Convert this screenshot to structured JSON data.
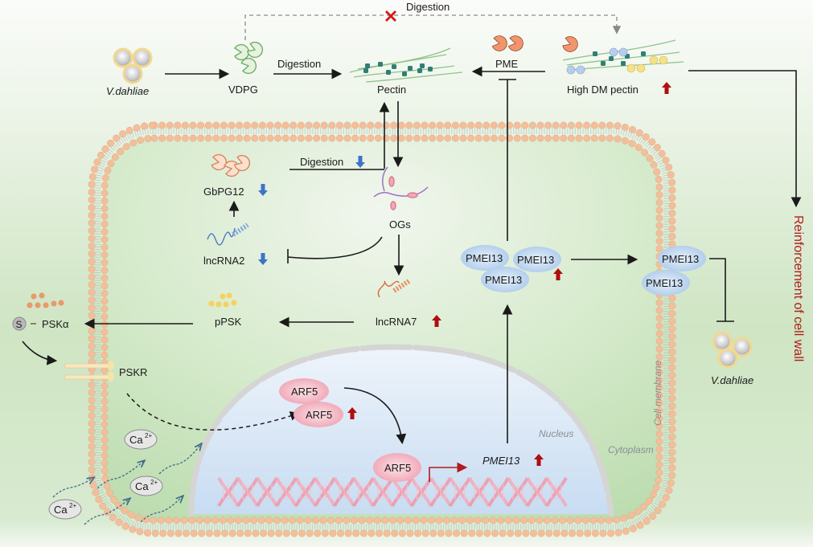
{
  "title": "Pectin-mediated cell wall reinforcement against V. dahliae",
  "colors": {
    "bg_top": "#f7faf5",
    "bg_green": "#c9e2bd",
    "membrane_head": "#f3bf9b",
    "membrane_tail": "#9fb8ad",
    "nucleus_fill": "#d6e6f7",
    "nucleus_envelope": "#d3d3d3",
    "up_arrow": "#b00e0e",
    "down_arrow": "#3d74c8",
    "protein_pink": "#f2a9b7",
    "protein_blue": "#b7d2ee",
    "pme_orange": "#f0936d",
    "vdpg_green": "#8fc48a",
    "reinforcement_text": "#b01c1c"
  },
  "labels": {
    "vdahliae_top": "V.dahliae",
    "vdpg": "VDPG",
    "digestion_vdpg": "Digestion",
    "digestion_blocked": "Digestion",
    "pectin": "Pectin",
    "pme": "PME",
    "high_dm_pectin": "High DM pectin",
    "digestion_gbpg": "Digestion",
    "gbpg12": "GbPG12",
    "ogs": "OGs",
    "lncrna2": "lncRNA2",
    "lncrna7": "lncRNA7",
    "ppsk": "pPSK",
    "pska": "PSKα",
    "s_badge": "S",
    "pskr": "PSKR",
    "pmei13_a": "PMEI13",
    "pmei13_b": "PMEI13",
    "pmei13_c": "PMEI13",
    "pmei13_mem_a": "PMEI13",
    "pmei13_mem_b": "PMEI13",
    "vdahliae_right": "V.dahliae",
    "arf5_a": "ARF5",
    "arf5_b": "ARF5",
    "arf5_c": "ARF5",
    "pmei13_gene": "PMEI13",
    "nucleus": "Nucleus",
    "cytoplasm": "Cytoplasm",
    "cell_membrane": "Cell membrane",
    "reinforcement": "Reinforcement of cell wall",
    "ca_1": "Ca",
    "ca_2": "Ca",
    "ca_3": "Ca",
    "ca_charge": "2+"
  },
  "regulation": {
    "high_dm_pectin": "up",
    "digestion_gbpg": "down",
    "gbpg12": "down",
    "lncrna2": "down",
    "lncrna7": "up",
    "pmei13_protein": "up",
    "arf5": "up",
    "pmei13_gene": "up",
    "vdpg_digestion_of_high_dm_pectin": "blocked"
  }
}
